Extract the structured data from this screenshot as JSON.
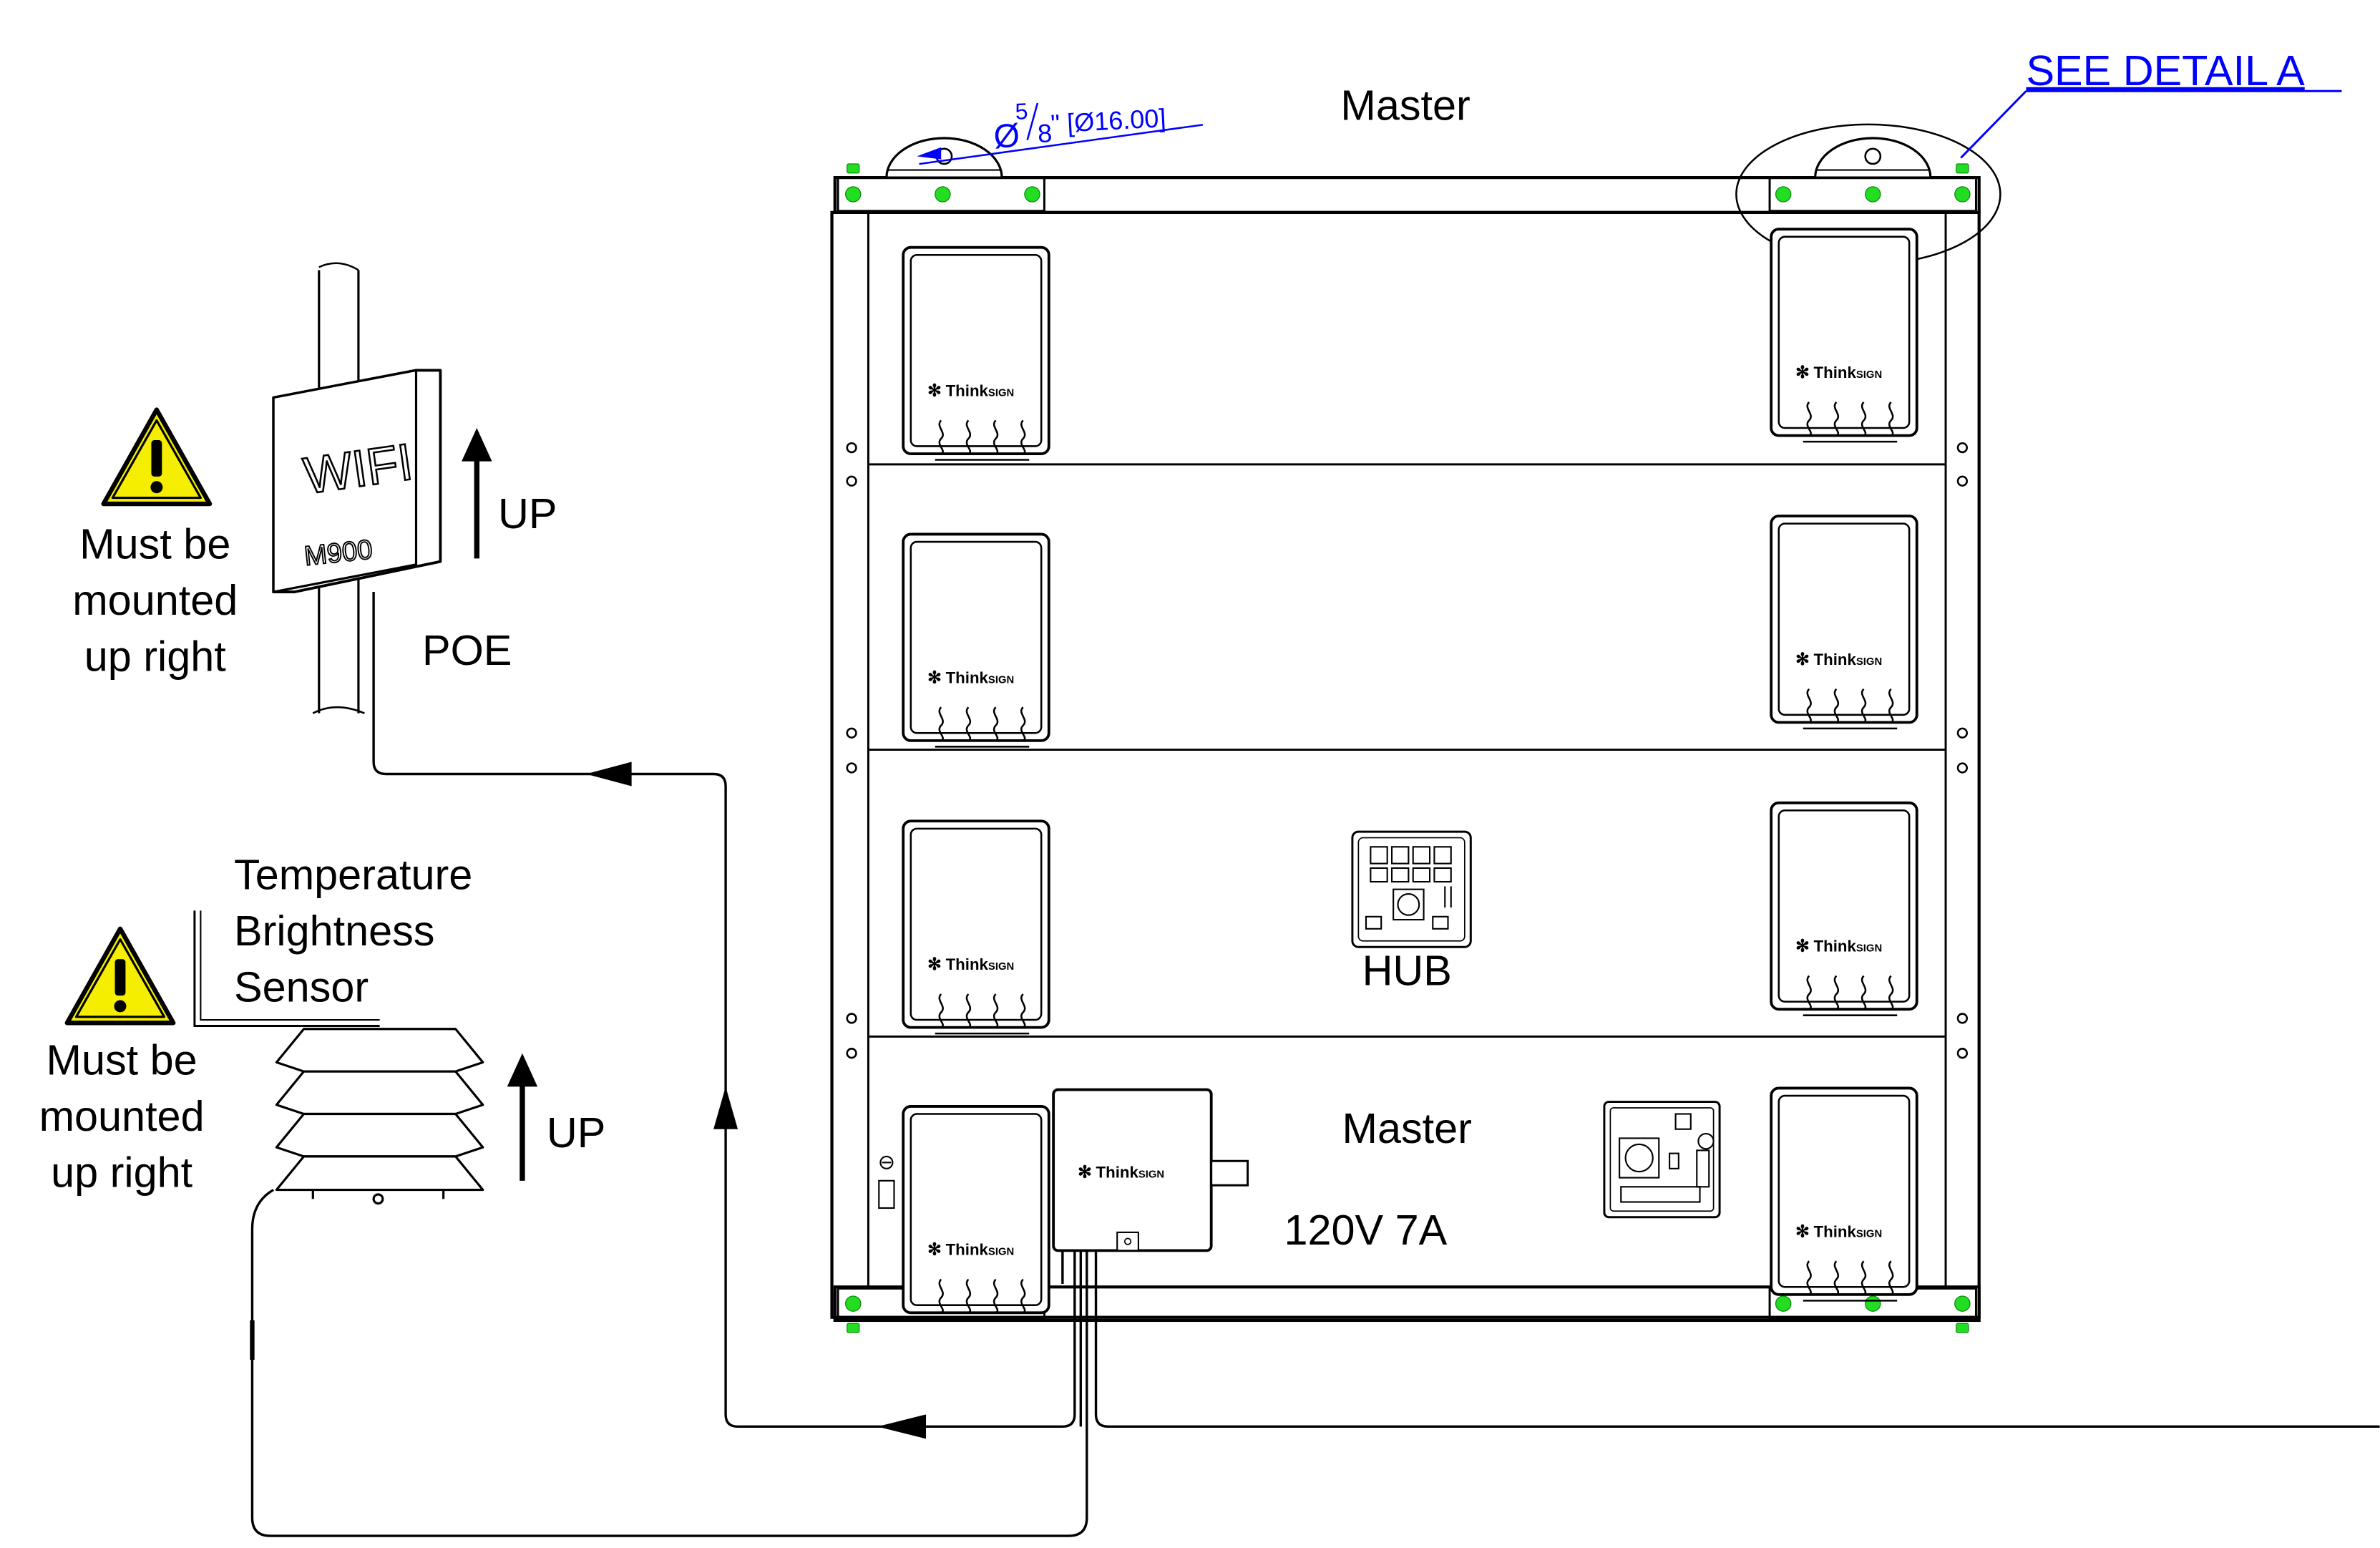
{
  "labels": {
    "master_top": "Master",
    "see_detail": "SEE DETAIL A",
    "dimension": {
      "prefix": "Ø",
      "numerator": "5",
      "denominator": "8",
      "suffix": "\" [Ø16.00]"
    },
    "wifi_box": {
      "title": "WIFI",
      "model": "M900"
    },
    "up_1": "UP",
    "up_2": "UP",
    "poe": "POE",
    "warning_1": [
      "Must be",
      "mounted",
      "up right"
    ],
    "warning_2": [
      "Must be",
      "mounted",
      "up right"
    ],
    "sensor": [
      "Temperature",
      "Brightness",
      "Sensor"
    ],
    "hub": "HUB",
    "master_bottom": "Master",
    "power": "120V 7A",
    "brand": "ThinkSIGN"
  },
  "colors": {
    "line": "#000000",
    "callout": "#0000ff",
    "mount_dot": "#22dd22",
    "warning_fill": "#f5ee00"
  },
  "icons": [
    "warning-icon",
    "up-arrow-icon",
    "thinksign-logo",
    "heat-wave-icon",
    "flow-arrow-icon",
    "ground-symbol-icon"
  ]
}
